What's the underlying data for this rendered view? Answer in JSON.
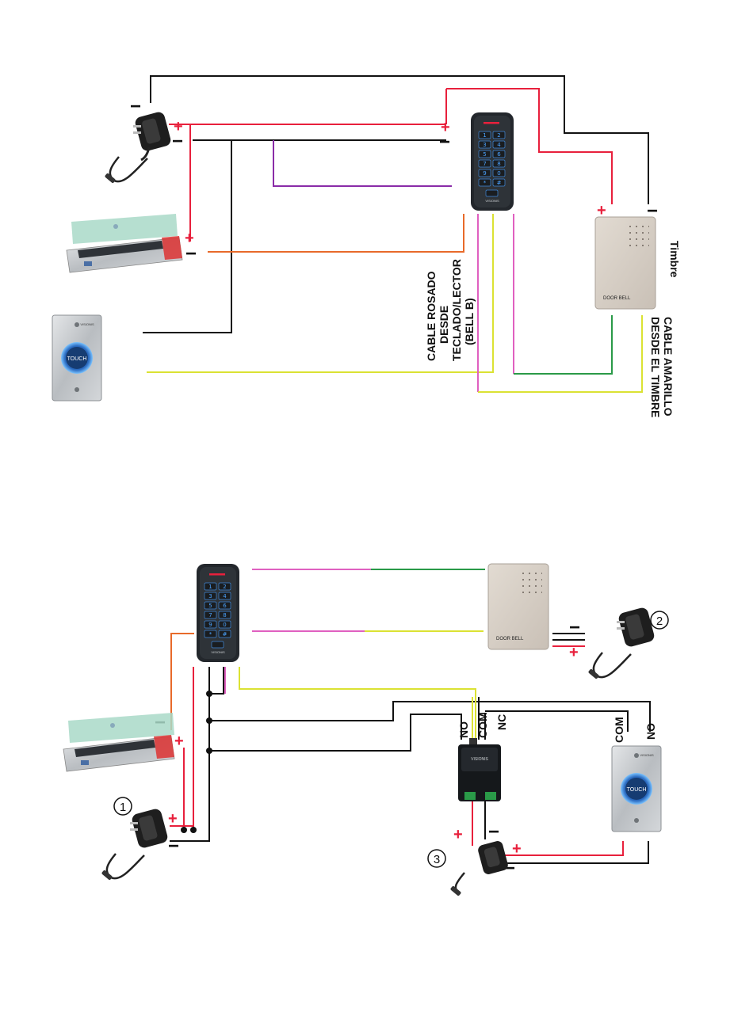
{
  "colors": {
    "black": "#111111",
    "red": "#e8203c",
    "orange": "#e86a2a",
    "purple": "#8a2ca8",
    "pink": "#e060c0",
    "yellow": "#dbe233",
    "green": "#2a9a48"
  },
  "icons": [
    "power-adapter-icon",
    "magnetic-lock-icon",
    "exit-button-icon",
    "keypad-reader-icon",
    "door-bell-icon",
    "relay-module-icon"
  ],
  "signs": {
    "plus": "+",
    "minus": "−"
  },
  "top": {
    "label_timbre": "Timbre",
    "label_cable_rosado": [
      "CABLE ROSADO",
      "DESDE",
      "TECLADO/LECTOR",
      "(BELL B)"
    ],
    "label_cable_amarillo": [
      "CABLE AMARILLO",
      "DESDE EL TIMBRE"
    ]
  },
  "bottom": {
    "labels": {
      "no": "NO",
      "com": "COM",
      "nc": "NC"
    },
    "adapter_numbers": [
      "1",
      "2",
      "3"
    ]
  },
  "device_text": {
    "touch": "TOUCH",
    "door_bell": "DOOR BELL",
    "brand": "VISIONIS",
    "keys": [
      "1",
      "2",
      "3",
      "4",
      "5",
      "6",
      "7",
      "8",
      "9",
      "0",
      "*",
      "#"
    ]
  }
}
